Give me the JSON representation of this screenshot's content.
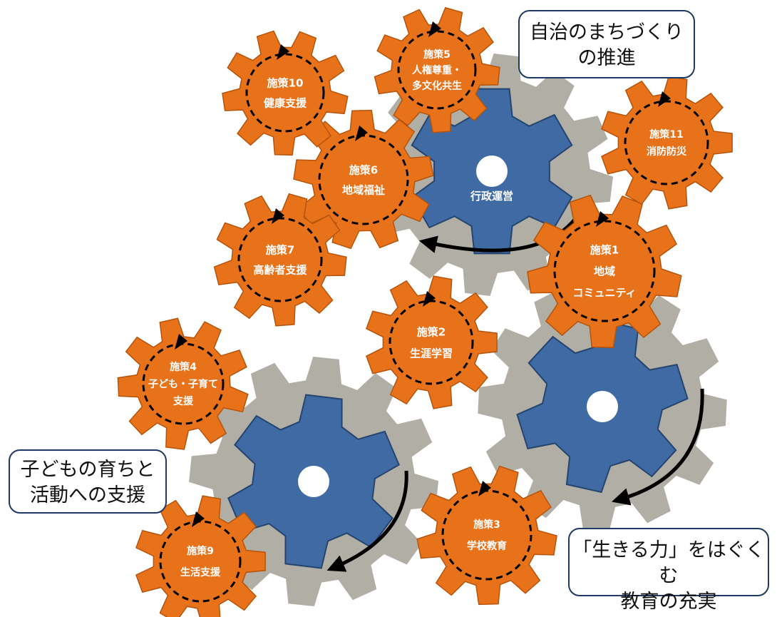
{
  "colors": {
    "orange": "#e8721a",
    "orange_stroke": "#b5540c",
    "blue": "#3f6aa3",
    "blue_stroke": "#25446f",
    "gray": "#a9a59b",
    "callout_border": "#1f3864"
  },
  "hub_gears": [
    {
      "id": "admin",
      "label": "行政運営"
    },
    {
      "id": "education",
      "label": ""
    },
    {
      "id": "child",
      "label": ""
    }
  ],
  "policy_gears": [
    {
      "id": "p1",
      "lines": [
        "施策1",
        "地域",
        "コミュニティ"
      ]
    },
    {
      "id": "p2",
      "lines": [
        "施策2",
        "生涯学習"
      ]
    },
    {
      "id": "p3",
      "lines": [
        "施策3",
        "学校教育"
      ]
    },
    {
      "id": "p4",
      "lines": [
        "施策4",
        "子ども・子育て",
        "支援"
      ]
    },
    {
      "id": "p5",
      "lines": [
        "施策5",
        "人権尊重・",
        "多文化共生"
      ]
    },
    {
      "id": "p6",
      "lines": [
        "施策6",
        "地域福祉"
      ]
    },
    {
      "id": "p7",
      "lines": [
        "施策7",
        "高齢者支援"
      ]
    },
    {
      "id": "p9",
      "lines": [
        "施策9",
        "生活支援"
      ]
    },
    {
      "id": "p10",
      "lines": [
        "施策10",
        "健康支援"
      ]
    },
    {
      "id": "p11",
      "lines": [
        "施策11",
        "消防防災"
      ]
    }
  ],
  "callouts": {
    "jichi": [
      "自治のまちづくり",
      "の推進"
    ],
    "kodomo": [
      "子どもの育ちと",
      "活動への支援"
    ],
    "ikiru": [
      "「生きる力」をはぐくむ",
      "教育の充実"
    ]
  }
}
